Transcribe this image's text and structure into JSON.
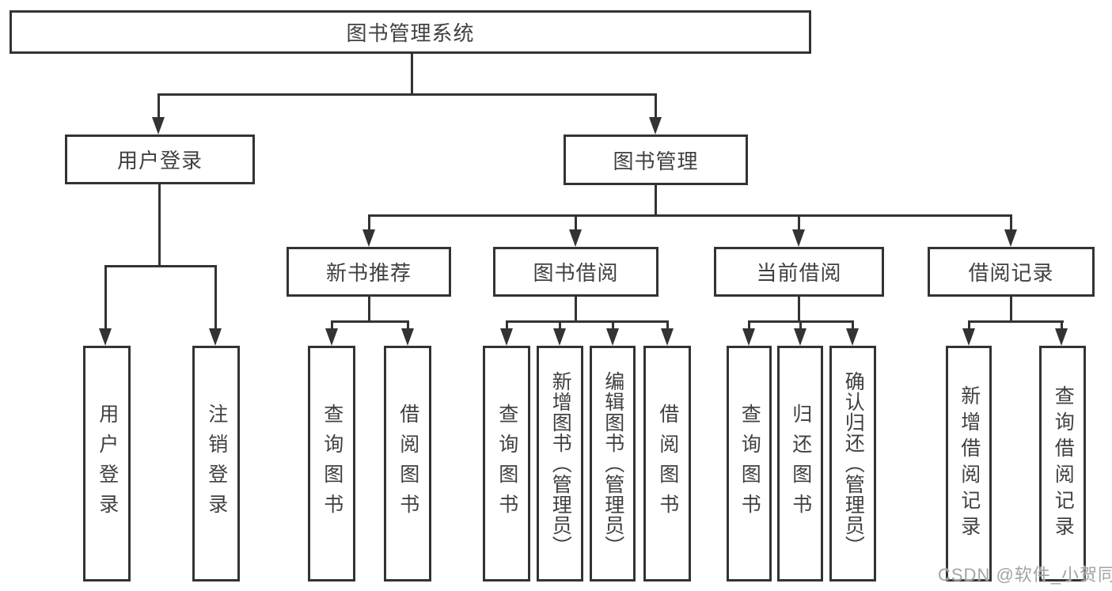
{
  "diagram": {
    "root": {
      "label": "图书管理系统"
    },
    "level2": [
      {
        "label": "用户登录"
      },
      {
        "label": "图书管理"
      }
    ],
    "level3": [
      {
        "label": "新书推荐"
      },
      {
        "label": "图书借阅"
      },
      {
        "label": "当前借阅"
      },
      {
        "label": "借阅记录"
      }
    ],
    "leaves": [
      {
        "label": "用户登录"
      },
      {
        "label": "注销登录"
      },
      {
        "label": "查询图书"
      },
      {
        "label": "借阅图书"
      },
      {
        "label": "查询图书"
      },
      {
        "label": "新增图书（管理员）"
      },
      {
        "label": "编辑图书（管理员）"
      },
      {
        "label": "借阅图书"
      },
      {
        "label": "查询图书"
      },
      {
        "label": "归还图书"
      },
      {
        "label": "确认归还（管理员）"
      },
      {
        "label": "新增借阅记录"
      },
      {
        "label": "查询借阅记录"
      }
    ],
    "colors": {
      "line": "#333333",
      "text": "#404040",
      "background": "#ffffff",
      "watermark": "#a3a3a3"
    }
  },
  "watermark": {
    "text": "CSDN @软件_小贺同学"
  }
}
